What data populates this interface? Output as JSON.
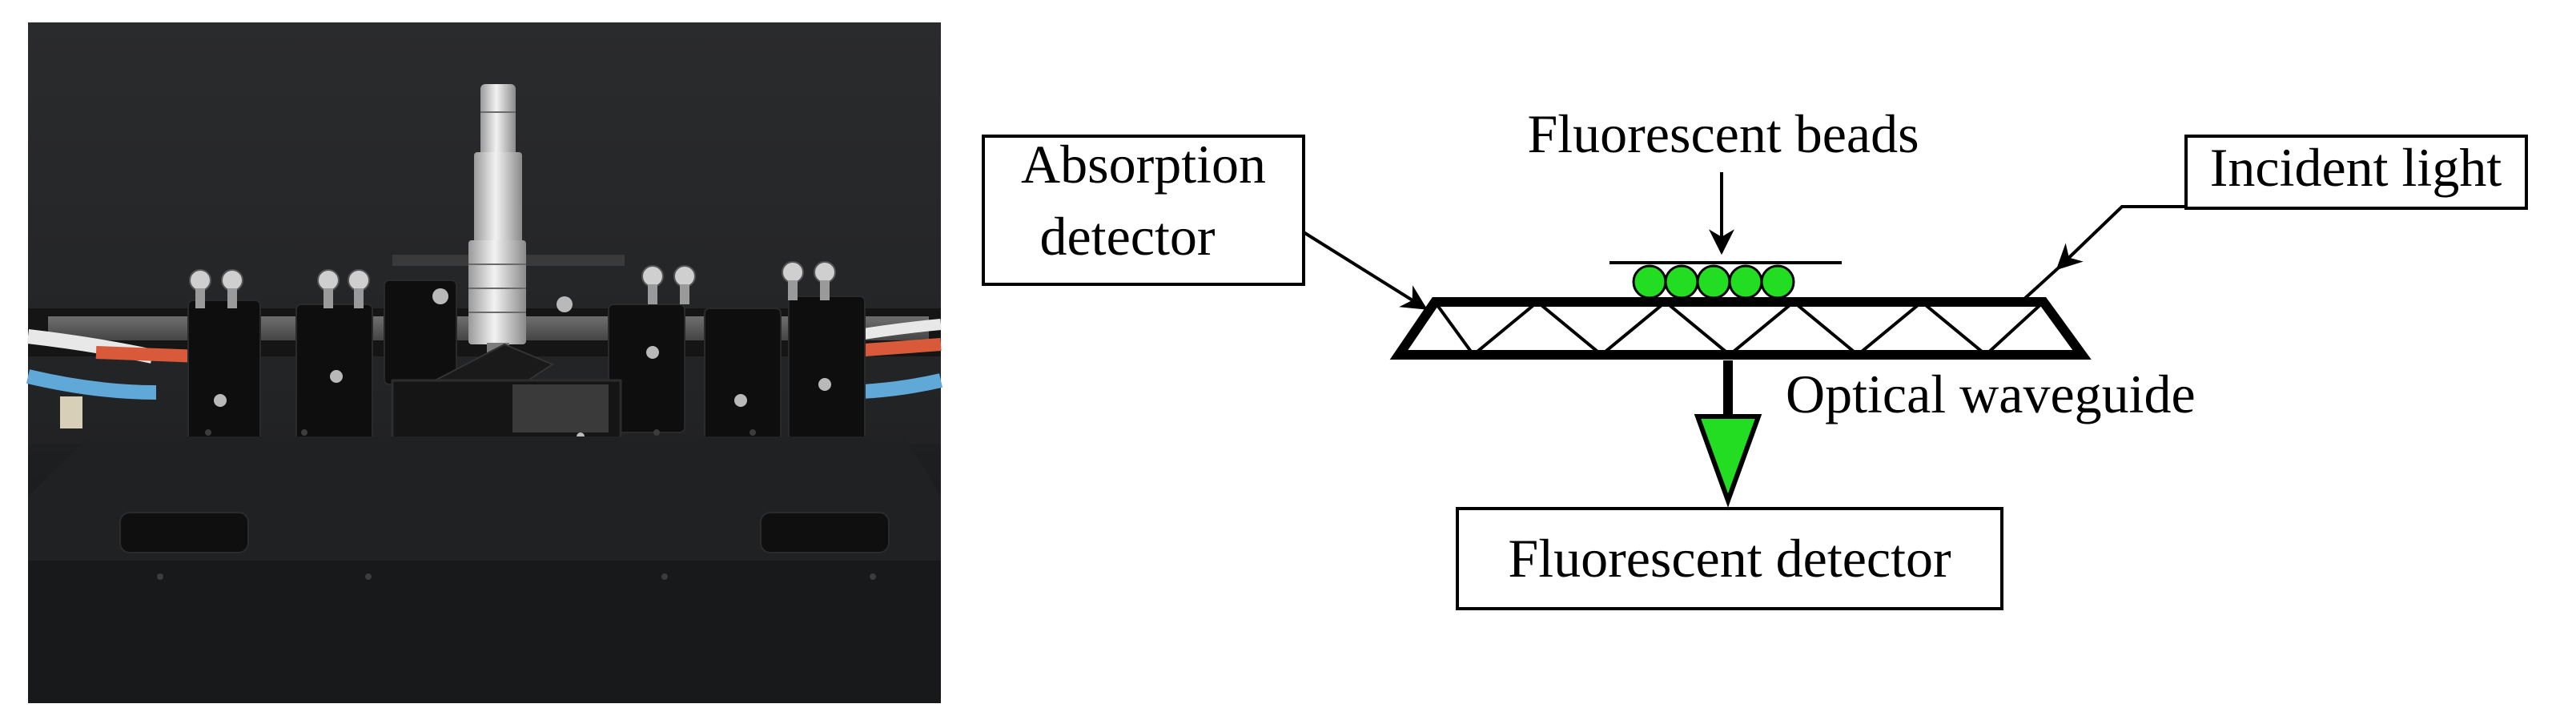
{
  "photo": {
    "description_label": ""
  },
  "diagram": {
    "labels": {
      "absorption_line1": "Absorption",
      "absorption_line2": "detector",
      "fluorescent_beads": "Fluorescent beads",
      "incident_light": "Incident light",
      "optical_waveguide": "Optical waveguide",
      "fluorescent_detector": "Fluorescent detector"
    },
    "colors": {
      "beads": "#22dd22",
      "arrow_fill": "#22dd22",
      "stroke": "#000000"
    },
    "bead_count": 5
  }
}
